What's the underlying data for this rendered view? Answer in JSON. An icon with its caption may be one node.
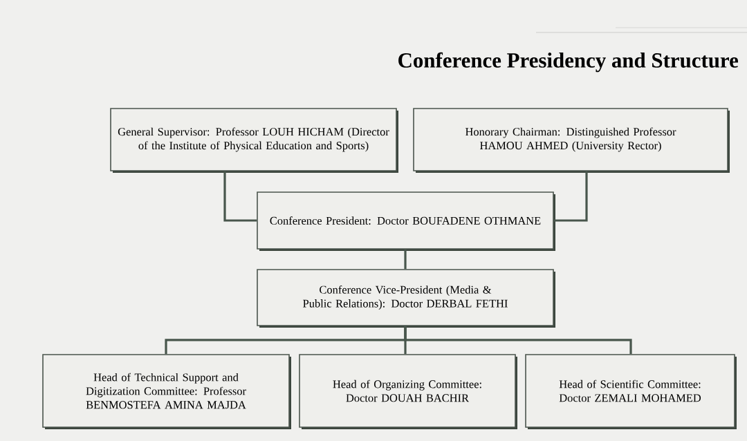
{
  "diagram": {
    "title": "Conference Presidency and Structure",
    "nodes": [
      {
        "text": [
          "General Supervisor: Professor LOUH HICHAM (Director of the Institute of Physical Education and Sports)"
        ]
      },
      {
        "text": [
          "Honorary Chairman: Distinguished Professor HAMOU AHMED (University Rector)"
        ]
      },
      {
        "text": [
          "Conference President: Doctor BOUFADENE OTHMANE"
        ]
      },
      {
        "text": [
          "Conference Vice-President (Media & Public Relations): Doctor DERBAL FETHI"
        ]
      },
      {
        "text": [
          "Head of Technical Support and Digitization Committee: Professor BENMOSTEFA AMINA MAJDA"
        ]
      },
      {
        "text": [
          "Head of Organizing Committee: Doctor DOUAH BACHIR"
        ]
      },
      {
        "text": [
          "Head of Scientific Committee: Doctor ZEMALI MOHAMED"
        ]
      }
    ],
    "edges": [
      {
        "from": 0,
        "to": 2,
        "arrow": "none"
      },
      {
        "from": 1,
        "to": 2,
        "arrow": "none"
      },
      {
        "from": 2,
        "to": 3,
        "arrow": "none"
      },
      {
        "from": 3,
        "to": 4,
        "arrow": "none"
      },
      {
        "from": 3,
        "to": 5,
        "arrow": "none"
      },
      {
        "from": 3,
        "to": 6,
        "arrow": "none"
      }
    ]
  }
}
